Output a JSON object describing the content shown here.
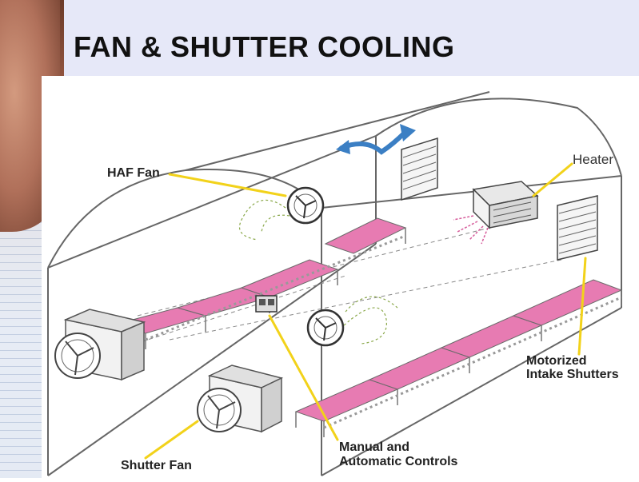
{
  "slide": {
    "title": "FAN & SHUTTER COOLING"
  },
  "diagram": {
    "labels": {
      "haf_fan": "HAF Fan",
      "heater": "Heater",
      "motorized_shutters_line1": "Motorized",
      "motorized_shutters_line2": "Intake Shutters",
      "controls_line1": "Manual and",
      "controls_line2": "Automatic Controls",
      "shutter_fan": "Shutter Fan"
    },
    "colors": {
      "bench": "#e77bb2",
      "leader_line": "#f2d21a",
      "air_flow": "#3b7fc4",
      "heat_flow": "#d65a9a",
      "outline": "#555555"
    }
  }
}
